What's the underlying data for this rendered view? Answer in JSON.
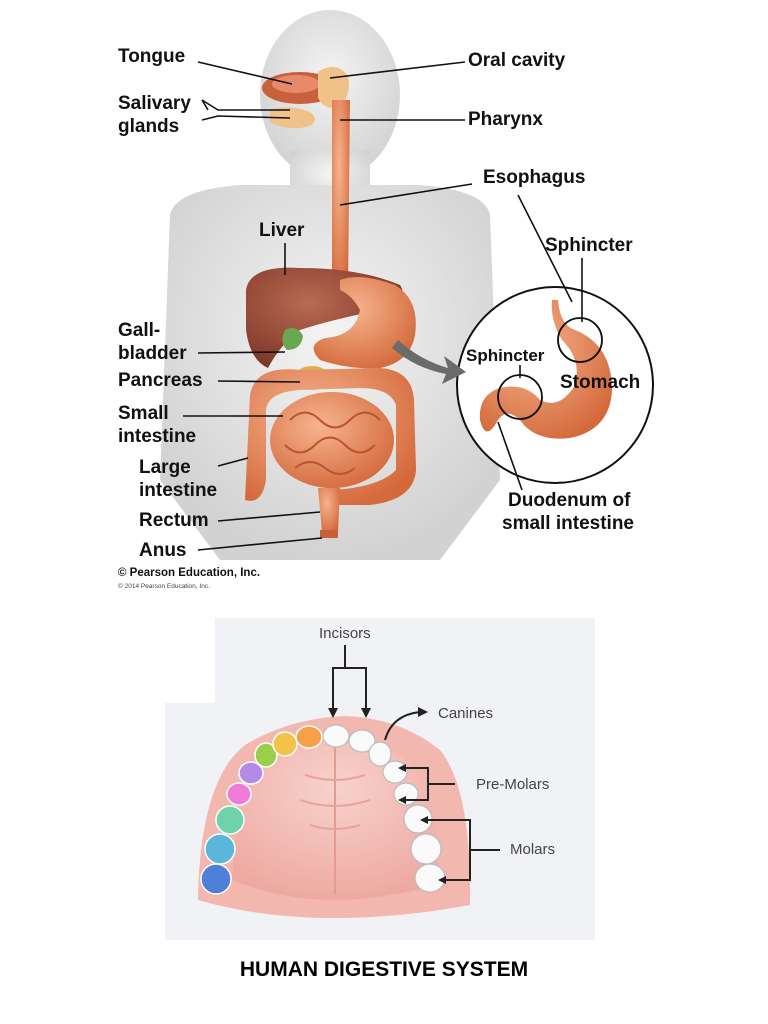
{
  "digestive": {
    "labels": {
      "tongue": "Tongue",
      "oral_cavity": "Oral cavity",
      "salivary_glands": [
        "Salivary",
        "glands"
      ],
      "pharynx": "Pharynx",
      "esophagus": "Esophagus",
      "liver": "Liver",
      "sphincter_upper": "Sphincter",
      "gallbladder": [
        "Gall-",
        "bladder"
      ],
      "sphincter_lower": "Sphincter",
      "stomach": "Stomach",
      "pancreas": "Pancreas",
      "small_intestine": [
        "Small",
        "intestine"
      ],
      "large_intestine": [
        "Large",
        "intestine"
      ],
      "rectum": "Rectum",
      "anus": "Anus",
      "duodenum": [
        "Duodenum of",
        "small intestine"
      ]
    },
    "copyright": "© Pearson Education, Inc.",
    "copyright_small": "© 2014 Pearson Education, Inc."
  },
  "teeth": {
    "incisors": "Incisors",
    "canines": "Canines",
    "premolars": "Pre-Molars",
    "molars": "Molars"
  },
  "caption": "HUMAN DIGESTIVE SYSTEM",
  "colors": {
    "organ": "#e8865a",
    "body": "#dcdcdc",
    "gums": "#f2b8b0",
    "teeth_colored": [
      "#4f7fd6",
      "#5bb7d9",
      "#6ed3a8",
      "#f07ad8",
      "#b48ae8",
      "#9bcf4a",
      "#f3c24a",
      "#f6a04a"
    ]
  }
}
